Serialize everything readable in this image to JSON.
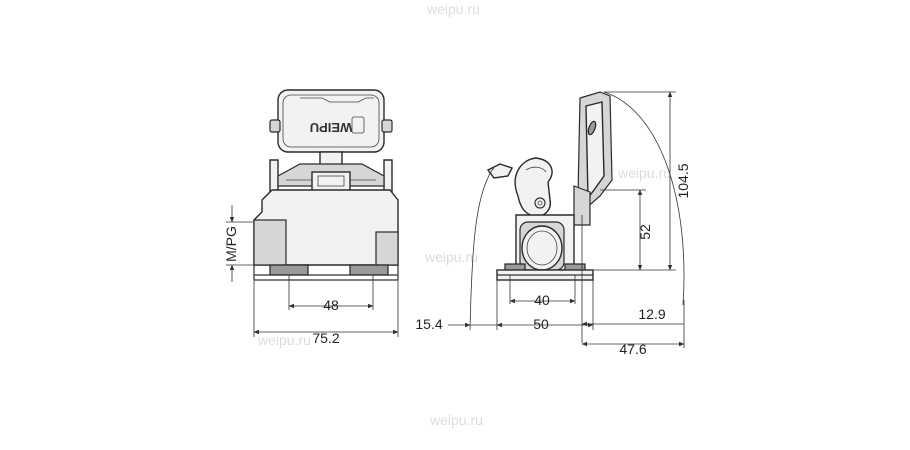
{
  "watermark": "weipu.ru",
  "front_view": {
    "brand_mark": "WEIPU",
    "dimensions": {
      "cable_entry": "M/PG",
      "width_inner": "48",
      "width_overall": "75.2"
    }
  },
  "side_view": {
    "dimensions": {
      "height_overall": "104.5",
      "height_entry": "52",
      "width_inner": "40",
      "width_base": "50",
      "offset_left": "15.4",
      "offset_right": "12.9",
      "depth": "47.6"
    }
  }
}
